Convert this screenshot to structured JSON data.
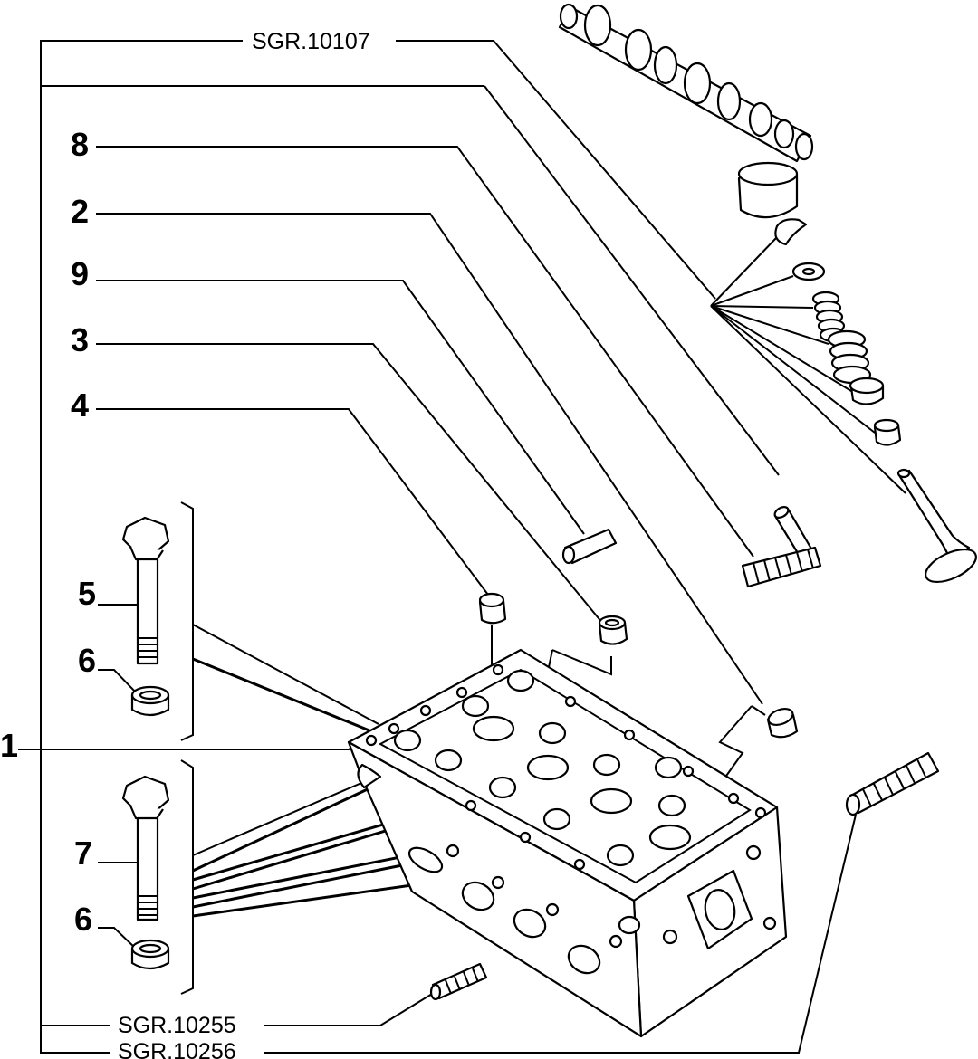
{
  "references": {
    "top": "SGR.10107",
    "bottom_1": "SGR.10255",
    "bottom_2": "SGR.10256"
  },
  "callouts": {
    "c8": "8",
    "c2": "2",
    "c9": "9",
    "c3": "3",
    "c4": "4",
    "c5": "5",
    "c6a": "6",
    "c1": "1",
    "c7": "7",
    "c6b": "6"
  }
}
